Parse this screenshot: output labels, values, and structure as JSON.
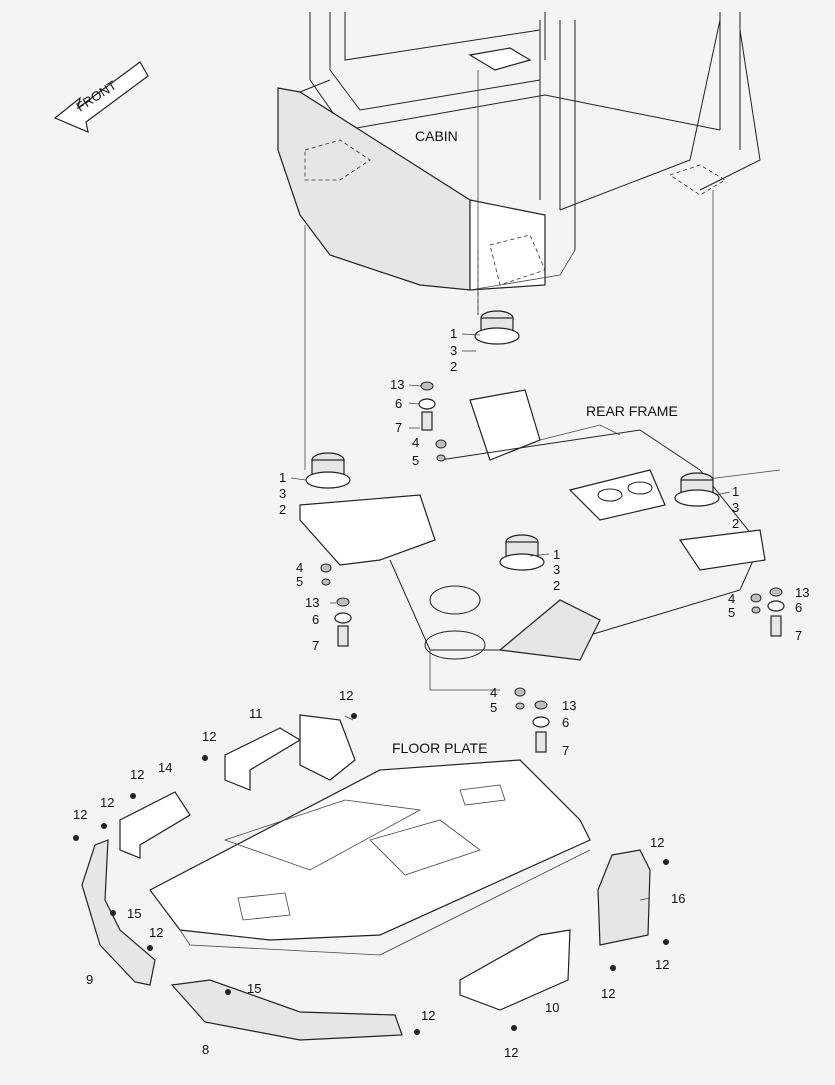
{
  "direction_label": "FRONT",
  "sections": {
    "cabin": "CABIN",
    "rear_frame": "REAR FRAME",
    "floor_plate": "FLOOR PLATE"
  },
  "callouts": [
    {
      "id": "c1a",
      "text": "1"
    },
    {
      "id": "c3a",
      "text": "3"
    },
    {
      "id": "c2a",
      "text": "2"
    },
    {
      "id": "c13a",
      "text": "13"
    },
    {
      "id": "c6a",
      "text": "6"
    },
    {
      "id": "c7a",
      "text": "7"
    },
    {
      "id": "c4a",
      "text": "4"
    },
    {
      "id": "c5a",
      "text": "5"
    },
    {
      "id": "c1b",
      "text": "1"
    },
    {
      "id": "c3b",
      "text": "3"
    },
    {
      "id": "c2b",
      "text": "2"
    },
    {
      "id": "c4b",
      "text": "4"
    },
    {
      "id": "c5b",
      "text": "5"
    },
    {
      "id": "c13b",
      "text": "13"
    },
    {
      "id": "c6b",
      "text": "6"
    },
    {
      "id": "c7b",
      "text": "7"
    },
    {
      "id": "c1c",
      "text": "1"
    },
    {
      "id": "c3c",
      "text": "3"
    },
    {
      "id": "c2c",
      "text": "2"
    },
    {
      "id": "c4c",
      "text": "4"
    },
    {
      "id": "c5c",
      "text": "5"
    },
    {
      "id": "c13c",
      "text": "13"
    },
    {
      "id": "c6c",
      "text": "6"
    },
    {
      "id": "c7c",
      "text": "7"
    },
    {
      "id": "c1d",
      "text": "1"
    },
    {
      "id": "c3d",
      "text": "3"
    },
    {
      "id": "c2d",
      "text": "2"
    },
    {
      "id": "c4d",
      "text": "4"
    },
    {
      "id": "c5d",
      "text": "5"
    },
    {
      "id": "c13d",
      "text": "13"
    },
    {
      "id": "c6d",
      "text": "6"
    },
    {
      "id": "c7d",
      "text": "7"
    },
    {
      "id": "c11",
      "text": "11"
    },
    {
      "id": "c12a",
      "text": "12"
    },
    {
      "id": "c12b",
      "text": "12"
    },
    {
      "id": "c14",
      "text": "14"
    },
    {
      "id": "c12c",
      "text": "12"
    },
    {
      "id": "c12d",
      "text": "12"
    },
    {
      "id": "c12e",
      "text": "12"
    },
    {
      "id": "c15a",
      "text": "15"
    },
    {
      "id": "c12f",
      "text": "12"
    },
    {
      "id": "c9",
      "text": "9"
    },
    {
      "id": "c15b",
      "text": "15"
    },
    {
      "id": "c8",
      "text": "8"
    },
    {
      "id": "c12g",
      "text": "12"
    },
    {
      "id": "c12h",
      "text": "12"
    },
    {
      "id": "c16",
      "text": "16"
    },
    {
      "id": "c12i",
      "text": "12"
    },
    {
      "id": "c12j",
      "text": "12"
    },
    {
      "id": "c10",
      "text": "10"
    },
    {
      "id": "c12k",
      "text": "12"
    }
  ]
}
